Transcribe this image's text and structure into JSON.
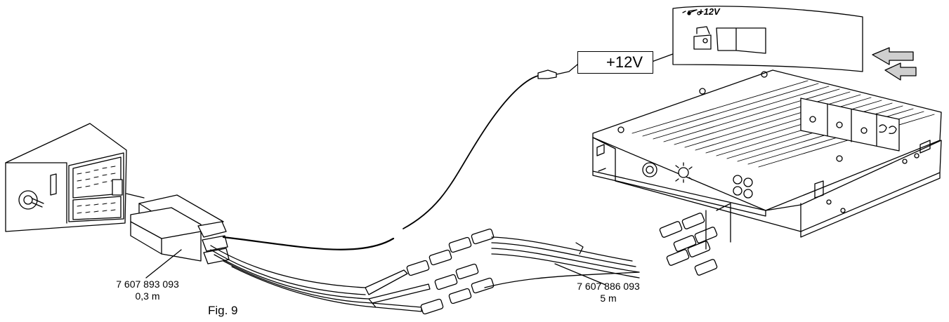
{
  "figure": {
    "caption": "Fig. 9"
  },
  "adapter_cable": {
    "part_number": "7 607 893 093",
    "length": "0,3 m"
  },
  "rca_cable": {
    "part_number": "7 607 886 093",
    "length": "5 m"
  },
  "switched_plus": {
    "box_label": "+12V",
    "device_label": "+12V"
  },
  "colors": {
    "line": "#000000",
    "arrow_fill": "#cfcfcf",
    "background": "#ffffff"
  }
}
